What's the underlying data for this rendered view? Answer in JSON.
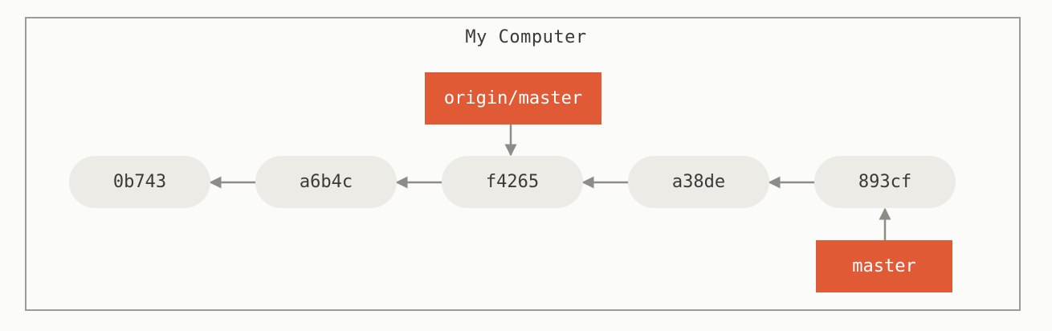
{
  "diagram": {
    "title": "My Computer",
    "commits": [
      "0b743",
      "a6b4c",
      "f4265",
      "a38de",
      "893cf"
    ],
    "branches": {
      "origin_master": "origin/master",
      "master": "master"
    },
    "colors": {
      "branch_fill": "#e05a36",
      "commit_fill": "#ecebe6",
      "arrow": "#8e8c86",
      "frame_border": "#9b9b98"
    }
  }
}
